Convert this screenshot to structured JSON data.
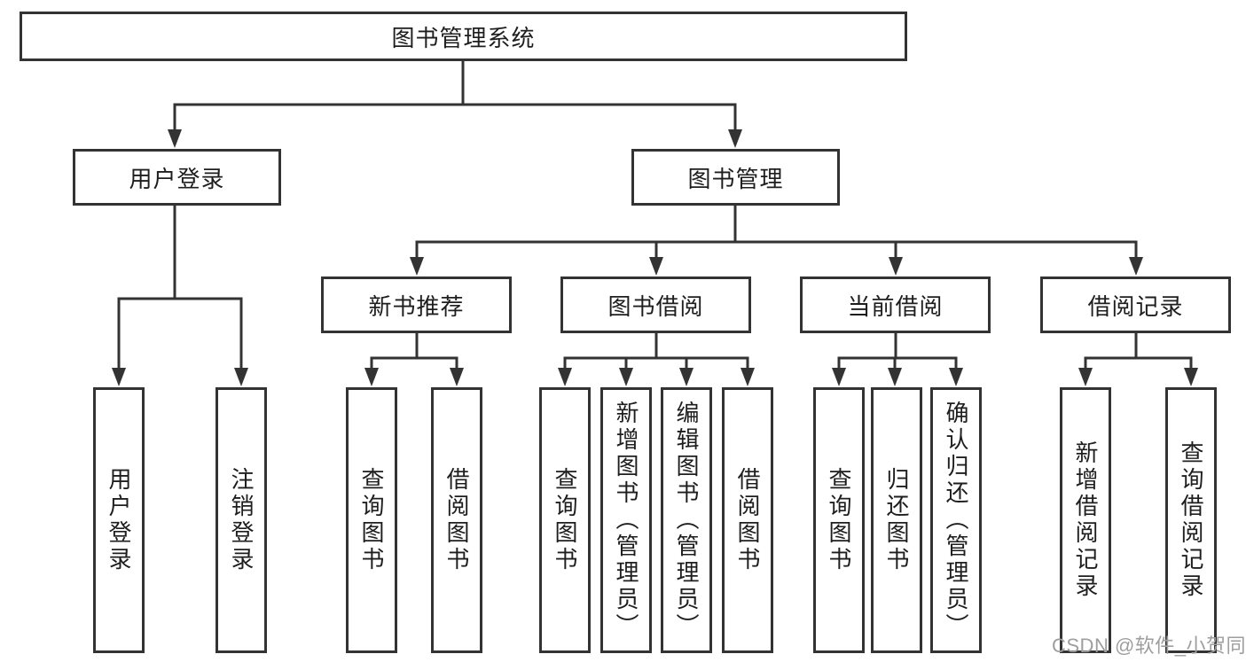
{
  "root": {
    "label": "图书管理系统"
  },
  "branches": [
    {
      "label": "用户登录",
      "children": [
        "用户登录",
        "注销登录"
      ]
    },
    {
      "label": "图书管理",
      "children": [
        {
          "label": "新书推荐",
          "children": [
            "查询图书",
            "借阅图书"
          ]
        },
        {
          "label": "图书借阅",
          "children": [
            "查询图书",
            "新增图书（管理员）",
            "编辑图书（管理员）",
            "借阅图书"
          ]
        },
        {
          "label": "当前借阅",
          "children": [
            "查询图书",
            "归还图书",
            "确认归还（管理员）"
          ]
        },
        {
          "label": "借阅记录",
          "children": [
            "新增借阅记录",
            "查询借阅记录"
          ]
        }
      ]
    }
  ],
  "watermark": "CSDN @软件_小贺同学",
  "colors": {
    "line": "#333333",
    "text": "#1e1e1e",
    "watermark": "#9e9e9e",
    "background": "#ffffff"
  }
}
